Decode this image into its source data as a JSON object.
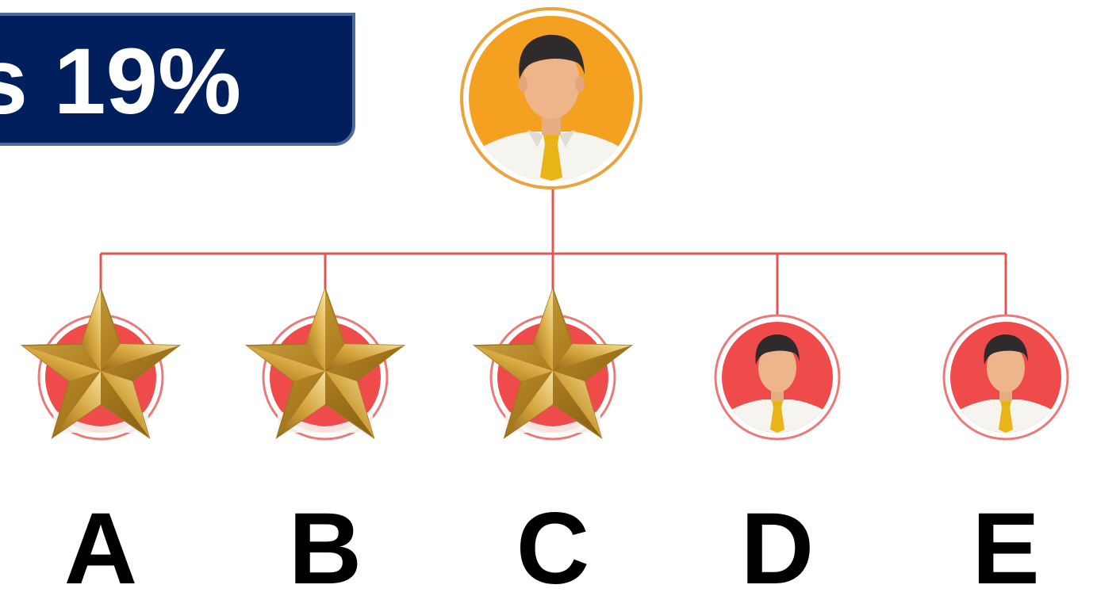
{
  "banner": {
    "text": "s 19%",
    "background_color": "#011e5d"
  },
  "diagram": {
    "connector_color": "#e05555",
    "root": {
      "icon": "manager-avatar-icon",
      "circle_color": "#f4a020"
    },
    "children": [
      {
        "label": "A",
        "icon": "gold-star-icon",
        "starred": true
      },
      {
        "label": "B",
        "icon": "gold-star-icon",
        "starred": true
      },
      {
        "label": "C",
        "icon": "gold-star-icon",
        "starred": true
      },
      {
        "label": "D",
        "icon": "employee-avatar-icon",
        "starred": false
      },
      {
        "label": "E",
        "icon": "employee-avatar-icon",
        "starred": false
      }
    ],
    "child_circle_color": "#ef4b4b",
    "star_color": "#c9962c"
  }
}
